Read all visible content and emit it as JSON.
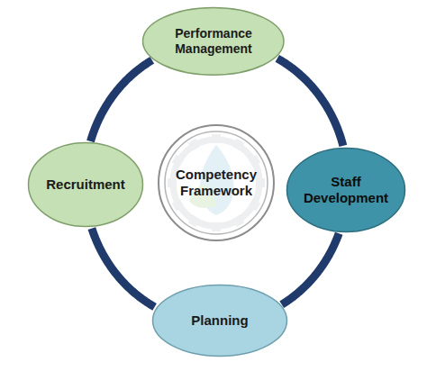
{
  "diagram": {
    "nodes": [
      {
        "text": [
          "Performance Management"
        ]
      },
      {
        "text": [
          "Recruitment"
        ]
      },
      {
        "text": [
          "Competency Framework"
        ]
      },
      {
        "text": [
          "Staff Development"
        ]
      },
      {
        "text": [
          "Planning"
        ]
      }
    ],
    "edges": [
      {
        "from": 0,
        "to": 3,
        "arrow": "none"
      },
      {
        "from": 3,
        "to": 4,
        "arrow": "none"
      },
      {
        "from": 4,
        "to": 1,
        "arrow": "none"
      },
      {
        "from": 1,
        "to": 0,
        "arrow": "none"
      }
    ]
  }
}
